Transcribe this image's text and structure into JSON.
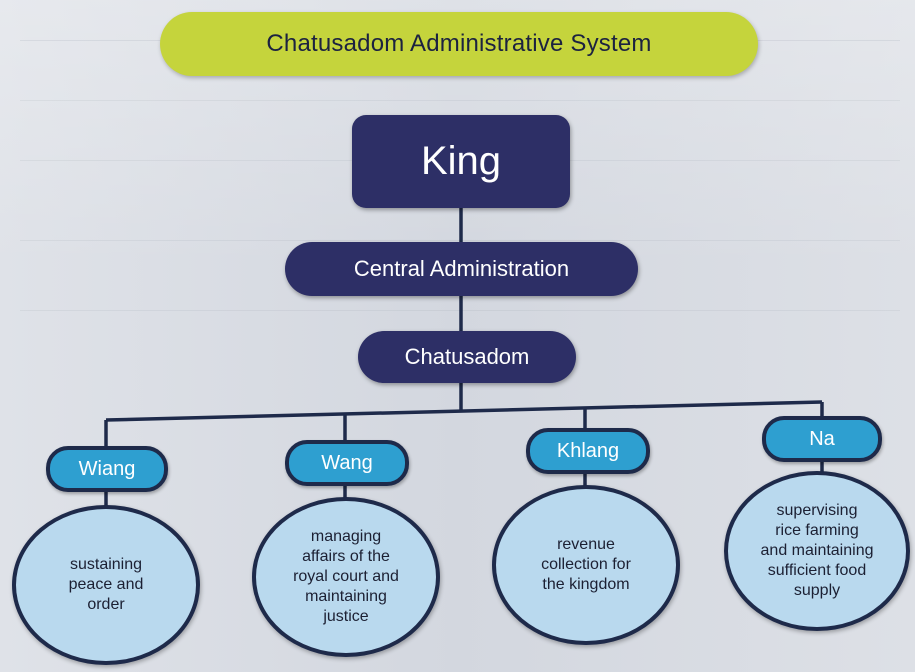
{
  "title": "Chatusadom Administrative System",
  "king": "King",
  "central": "Central Administration",
  "chatusadom": "Chatusadom",
  "departments": [
    {
      "name": "Wiang",
      "duty": "sustaining\npeace and\norder"
    },
    {
      "name": "Wang",
      "duty": "managing\naffairs of the\nroyal court and\nmaintaining\njustice"
    },
    {
      "name": "Khlang",
      "duty": "revenue\ncollection for\nthe kingdom"
    },
    {
      "name": "Na",
      "duty": "supervising\nrice farming\nand maintaining\nsufficient food\nsupply"
    }
  ],
  "colors": {
    "title_bg": "#c5d43c",
    "dark_node": "#2d2f66",
    "dept_node": "#2e9fd0",
    "duty_circle": "#b9d9ee",
    "outline": "#1e2a4a"
  }
}
